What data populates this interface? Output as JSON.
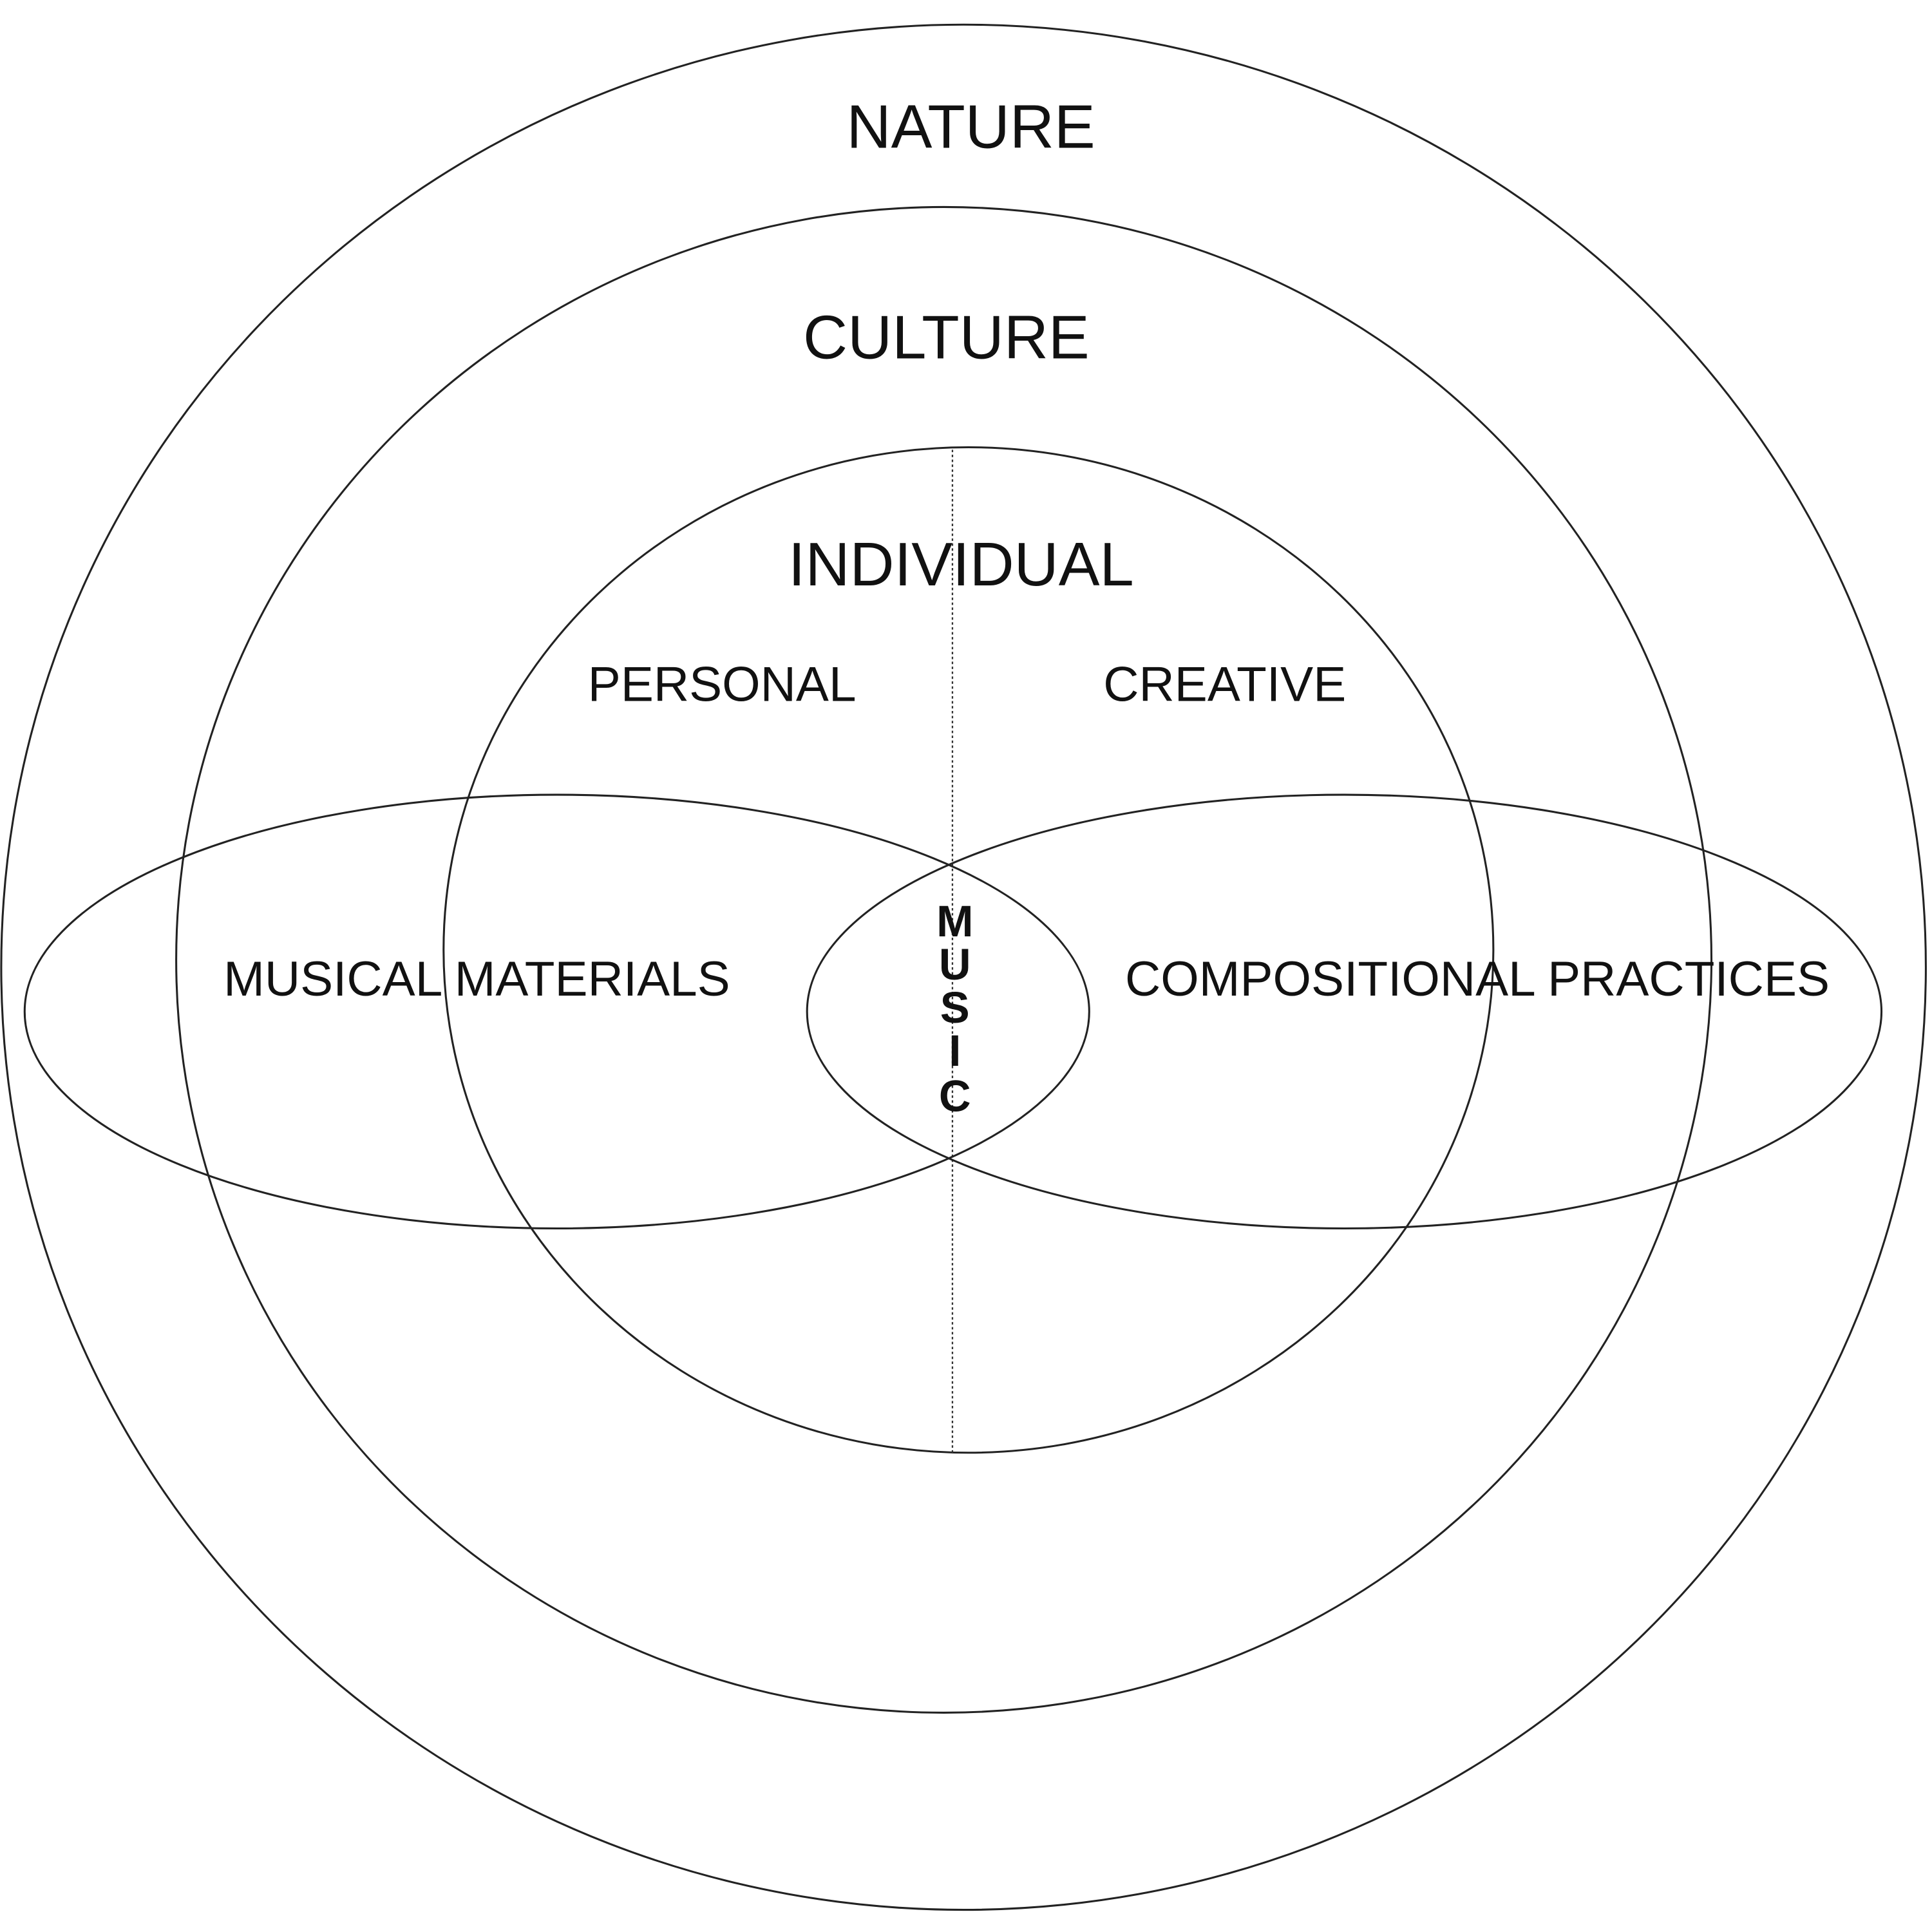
{
  "labels": {
    "nature": "NATURE",
    "culture": "CULTURE",
    "individual": "INDIVIDUAL",
    "personal": "PERSONAL",
    "creative": "CREATIVE",
    "musical_materials": "MUSICAL MATERIALS",
    "compositional_practices": "COMPOSITIONAL PRACTICES",
    "music_letters": [
      "M",
      "U",
      "S",
      "I",
      "C"
    ]
  },
  "colors": {
    "line": "#222222",
    "background": "#ffffff",
    "text": "#111111"
  }
}
